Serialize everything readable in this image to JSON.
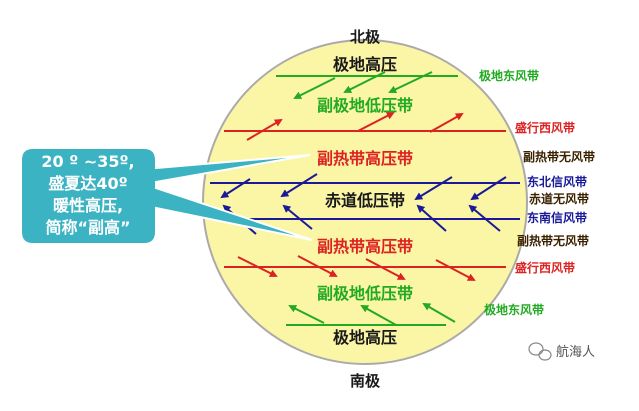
{
  "poles": {
    "north": "北极",
    "south": "南极"
  },
  "belts": [
    {
      "id": "north-polar-high",
      "label": "极地高压",
      "color": "#1a1a1a"
    },
    {
      "id": "north-subpolar-low",
      "label": "副极地低压带",
      "color": "#22aa22"
    },
    {
      "id": "north-subtropical-high",
      "label": "副热带高压带",
      "color": "#dd2222"
    },
    {
      "id": "equatorial-low",
      "label": "赤道低压带",
      "color": "#1a1a1a"
    },
    {
      "id": "south-subtropical-high",
      "label": "副热带高压带",
      "color": "#dd2222"
    },
    {
      "id": "south-subpolar-low",
      "label": "副极地低压带",
      "color": "#22aa22"
    },
    {
      "id": "south-polar-high",
      "label": "极地高压",
      "color": "#1a1a1a"
    }
  ],
  "wind_labels": [
    {
      "id": "north-polar-easterlies",
      "label": "极地东风带",
      "color": "#22aa22"
    },
    {
      "id": "north-westerlies",
      "label": "盛行西风带",
      "color": "#dd2222"
    },
    {
      "id": "north-horse-latitudes",
      "label": "副热带无风带",
      "color": "#3a2200"
    },
    {
      "id": "northeast-trades",
      "label": "东北信风带",
      "color": "#1a1a99"
    },
    {
      "id": "doldrums",
      "label": "赤道无风带",
      "color": "#3a2200"
    },
    {
      "id": "southeast-trades",
      "label": "东南信风带",
      "color": "#1a1a99"
    },
    {
      "id": "south-horse-latitudes",
      "label": "副热带无风带",
      "color": "#3a2200"
    },
    {
      "id": "south-westerlies",
      "label": "盛行西风带",
      "color": "#dd2222"
    },
    {
      "id": "south-polar-easterlies",
      "label": "极地东风带",
      "color": "#22aa22"
    }
  ],
  "callout": {
    "lines": [
      "20 º ~35º,",
      "盛夏达40º",
      "暖性高压,",
      "简称“副高”"
    ],
    "color": "#3bb3c3"
  },
  "watermark": "航海人",
  "colors": {
    "globe_fill": "#fbf5a6",
    "globe_stroke": "#aaaaaa",
    "polar_line": "#22aa22",
    "westerly_line": "#dd2222",
    "trade_line": "#1a1a99"
  }
}
